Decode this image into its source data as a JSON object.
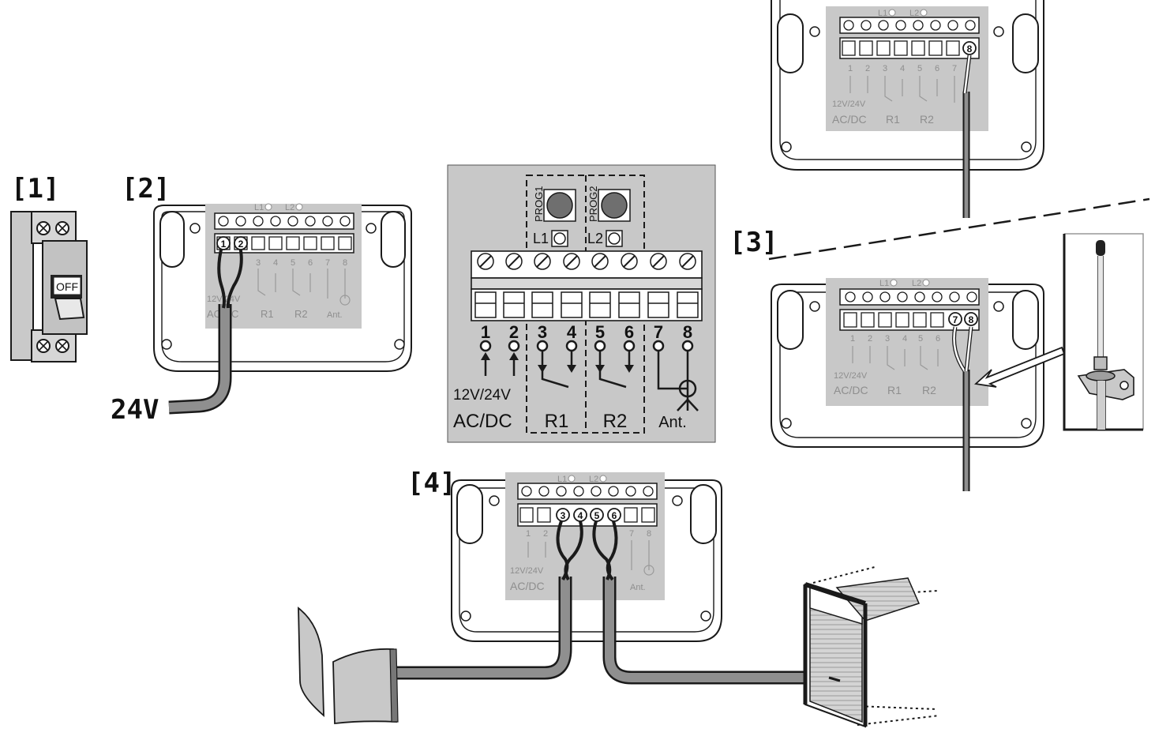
{
  "steps": {
    "step1": "[1]",
    "step2": "[2]",
    "step3": "[3]",
    "step4": "[4]"
  },
  "breaker": {
    "switch_label": "OFF"
  },
  "power": {
    "voltage_label": "24V"
  },
  "module": {
    "led1": "L1",
    "led2": "L2",
    "terminals": [
      "1",
      "2",
      "3",
      "4",
      "5",
      "6",
      "7",
      "8"
    ],
    "supply_label_top": "12V/24V",
    "supply_label_bottom": "AC/DC",
    "relay1": "R1",
    "relay2": "R2",
    "antenna": "Ant."
  },
  "detail": {
    "prog1": "PROG1",
    "prog2": "PROG2"
  },
  "wire_markers": {
    "step2": [
      "1",
      "2"
    ],
    "step3_top": [
      "8"
    ],
    "step3": [
      "7",
      "8"
    ],
    "step4": [
      "3",
      "4",
      "5",
      "6"
    ]
  },
  "colors": {
    "panel_gray": "#c8c8c8",
    "cable_gray": "#8f8f8f",
    "outline": "#1a1a1a"
  }
}
